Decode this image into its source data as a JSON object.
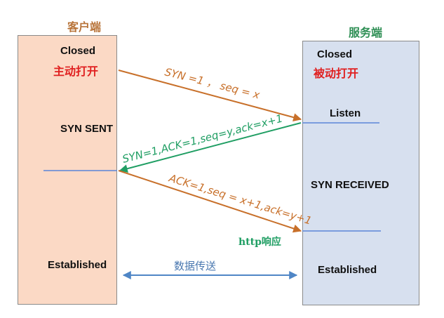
{
  "client": {
    "title": "客户端",
    "closed": "Closed",
    "active_open": "主动打开",
    "syn_sent": "SYN SENT",
    "established": "Established"
  },
  "server": {
    "title": "服务端",
    "closed": "Closed",
    "passive_open": "被动打开",
    "listen": "Listen",
    "syn_received": "SYN RECEIVED",
    "established": "Established"
  },
  "messages": {
    "syn": "SYN =1 ，  seq = x",
    "syn_ack": "SYN=1,ACK=1,seq=y,ack=x+1",
    "ack": "ACK=1,seq = x+1,ack=y+1",
    "http_response": "http响应",
    "data_transfer": "数据传送"
  },
  "colors": {
    "client_fill": "#fbd9c5",
    "server_fill": "#d7e0ef",
    "syn_arrow": "#c8702a",
    "syn_ack_arrow": "#1f9e63",
    "ack_arrow": "#c8702a",
    "timeline": "#5b86d8",
    "data_arrow": "#4f86c6"
  }
}
